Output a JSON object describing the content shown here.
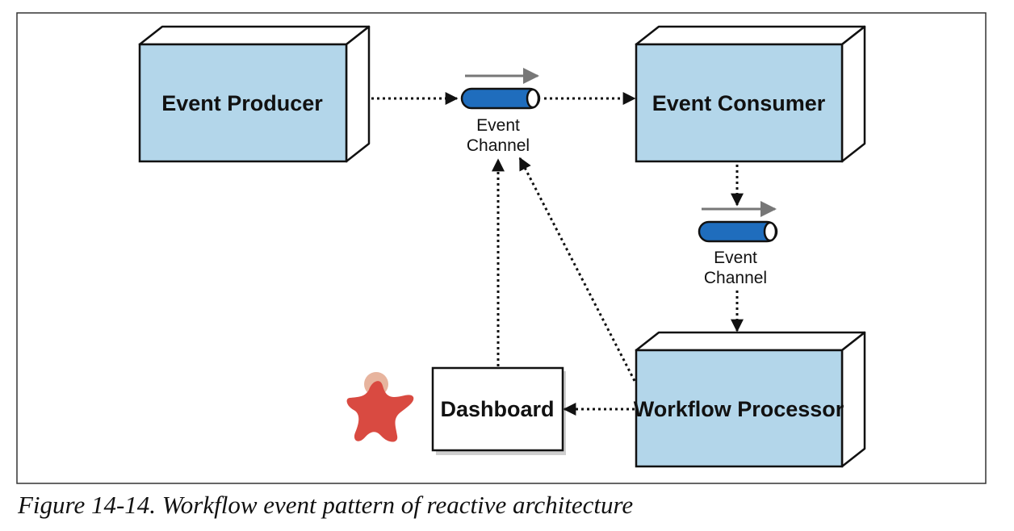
{
  "diagram": {
    "nodes": {
      "producer": "Event Producer",
      "consumer": "Event Consumer",
      "processor": "Workflow Processor",
      "dashboard": "Dashboard"
    },
    "channel_top": [
      "Event",
      "Channel"
    ],
    "channel_right": [
      "Event",
      "Channel"
    ],
    "edges": [
      {
        "from": "producer",
        "to": "channel_top"
      },
      {
        "from": "channel_top",
        "to": "consumer"
      },
      {
        "from": "consumer",
        "to": "channel_right"
      },
      {
        "from": "channel_right",
        "to": "processor"
      },
      {
        "from": "processor",
        "to": "dashboard"
      },
      {
        "from": "processor",
        "to": "channel_top"
      },
      {
        "from": "dashboard",
        "to": "channel_top"
      }
    ],
    "colors": {
      "box_fill": "#b3d6ea",
      "channel_fill": "#1f6dbd",
      "arrow_grey": "#777777",
      "user_body": "#d94a41",
      "user_head": "#e7b49e"
    },
    "user_icon": "user-person-icon"
  },
  "caption": "Figure 14-14. Workflow event pattern of reactive architecture"
}
